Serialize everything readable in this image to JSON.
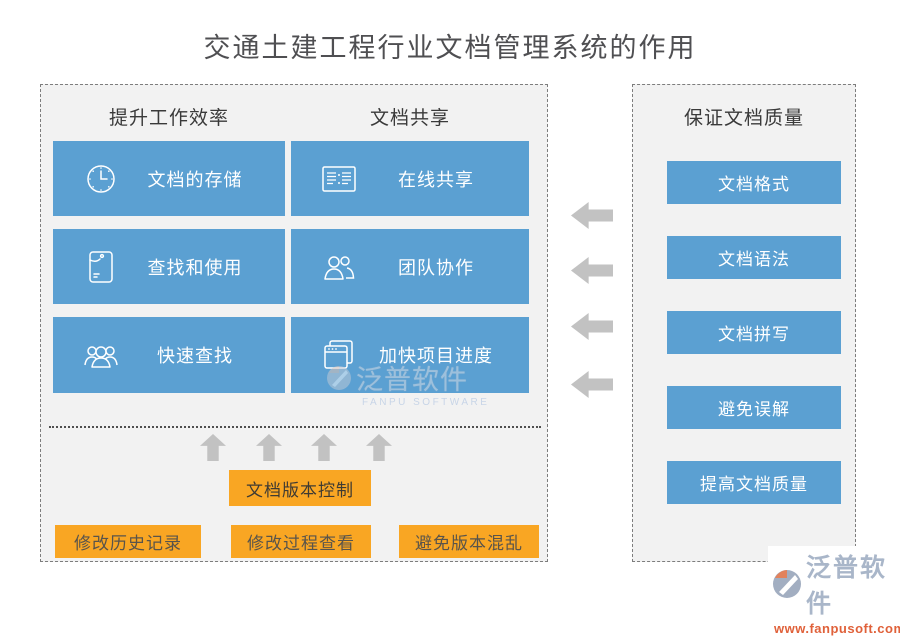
{
  "title": "交通土建工程行业文档管理系统的作用",
  "left_panel": {
    "columns": [
      {
        "header": "提升工作效率",
        "items": [
          {
            "label": "文档的存储",
            "icon": "clock-icon"
          },
          {
            "label": "查找和使用",
            "icon": "envelope-icon"
          },
          {
            "label": "快速查找",
            "icon": "people-group-icon"
          }
        ]
      },
      {
        "header": "文档共享",
        "items": [
          {
            "label": "在线共享",
            "icon": "screen-share-icon"
          },
          {
            "label": "团队协作",
            "icon": "team-icon"
          },
          {
            "label": "加快项目进度",
            "icon": "documents-icon"
          }
        ]
      }
    ],
    "version_control": {
      "label": "文档版本控制"
    },
    "bottom_items": [
      {
        "label": "修改历史记录"
      },
      {
        "label": "修改过程查看"
      },
      {
        "label": "避免版本混乱"
      }
    ]
  },
  "right_panel": {
    "header": "保证文档质量",
    "items": [
      {
        "label": "文档格式"
      },
      {
        "label": "文档语法"
      },
      {
        "label": "文档拼写"
      },
      {
        "label": "避免误解"
      },
      {
        "label": "提高文档质量"
      }
    ]
  },
  "watermark": {
    "brand": "泛普软件",
    "subtext": "FANPU SOFTWARE"
  },
  "logo": {
    "brand": "泛普软件",
    "url": "www.fanpusoft.com"
  },
  "colors": {
    "box_blue": "#5ba0d2",
    "accent_orange": "#f9a623",
    "panel_bg": "#f2f2f2",
    "arrow_gray": "#c2c2c2",
    "title_text": "#4f4f52",
    "logo_gray_blue": "#a9b6c9",
    "logo_url_orange": "#e0613a"
  }
}
